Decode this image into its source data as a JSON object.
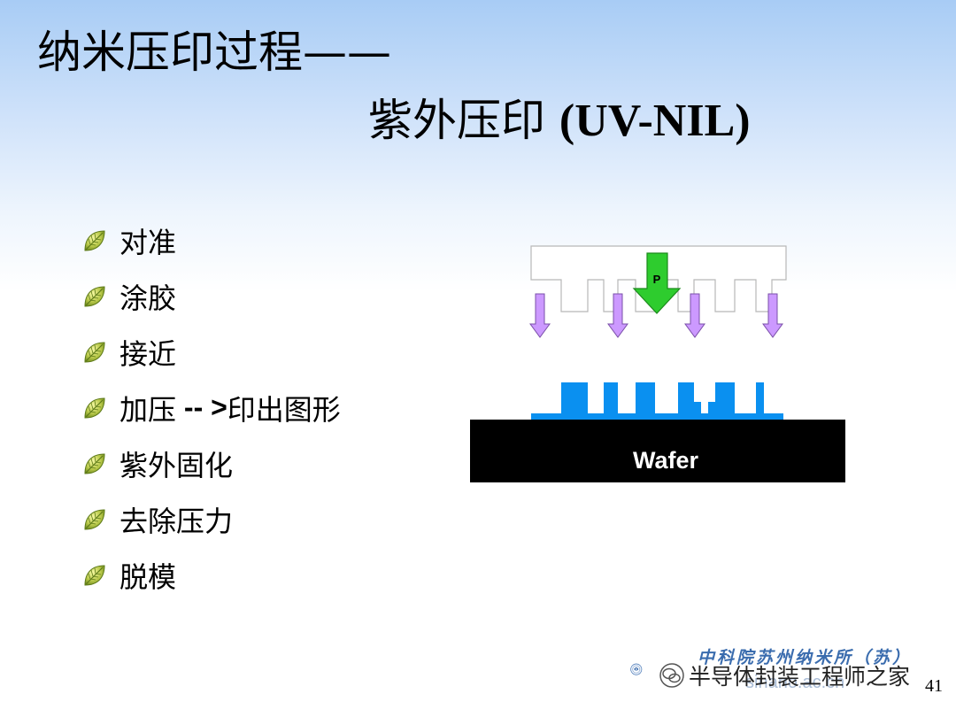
{
  "title": {
    "line1": "纳米压印过程——",
    "line2_cn": "紫外压印",
    "line2_latin": "(UV-NIL)"
  },
  "bullets": [
    {
      "text": "对准"
    },
    {
      "text": "涂胶"
    },
    {
      "text": "接近"
    },
    {
      "text_cn_before": "加压",
      "text_ascii": " -- >",
      "text_cn_after": "印出图形"
    },
    {
      "text": "紫外固化"
    },
    {
      "text": "去除压力"
    },
    {
      "text": "脱模"
    }
  ],
  "bullet_icon": "leaf-bullet-icon",
  "diagram": {
    "pressure_label": "P",
    "substrate_label": "Wafer",
    "colors": {
      "resist": "#0a90f0",
      "uv_arrow": "#cc99ff",
      "pressure_arrow": "#2ecc2e",
      "wafer": "#000000"
    }
  },
  "logo": {
    "text": "中科院苏州纳米所（苏）",
    "url": "sinano.ac.cn"
  },
  "watermark": {
    "text": "半导体封装工程师之家"
  },
  "page_number": "41"
}
